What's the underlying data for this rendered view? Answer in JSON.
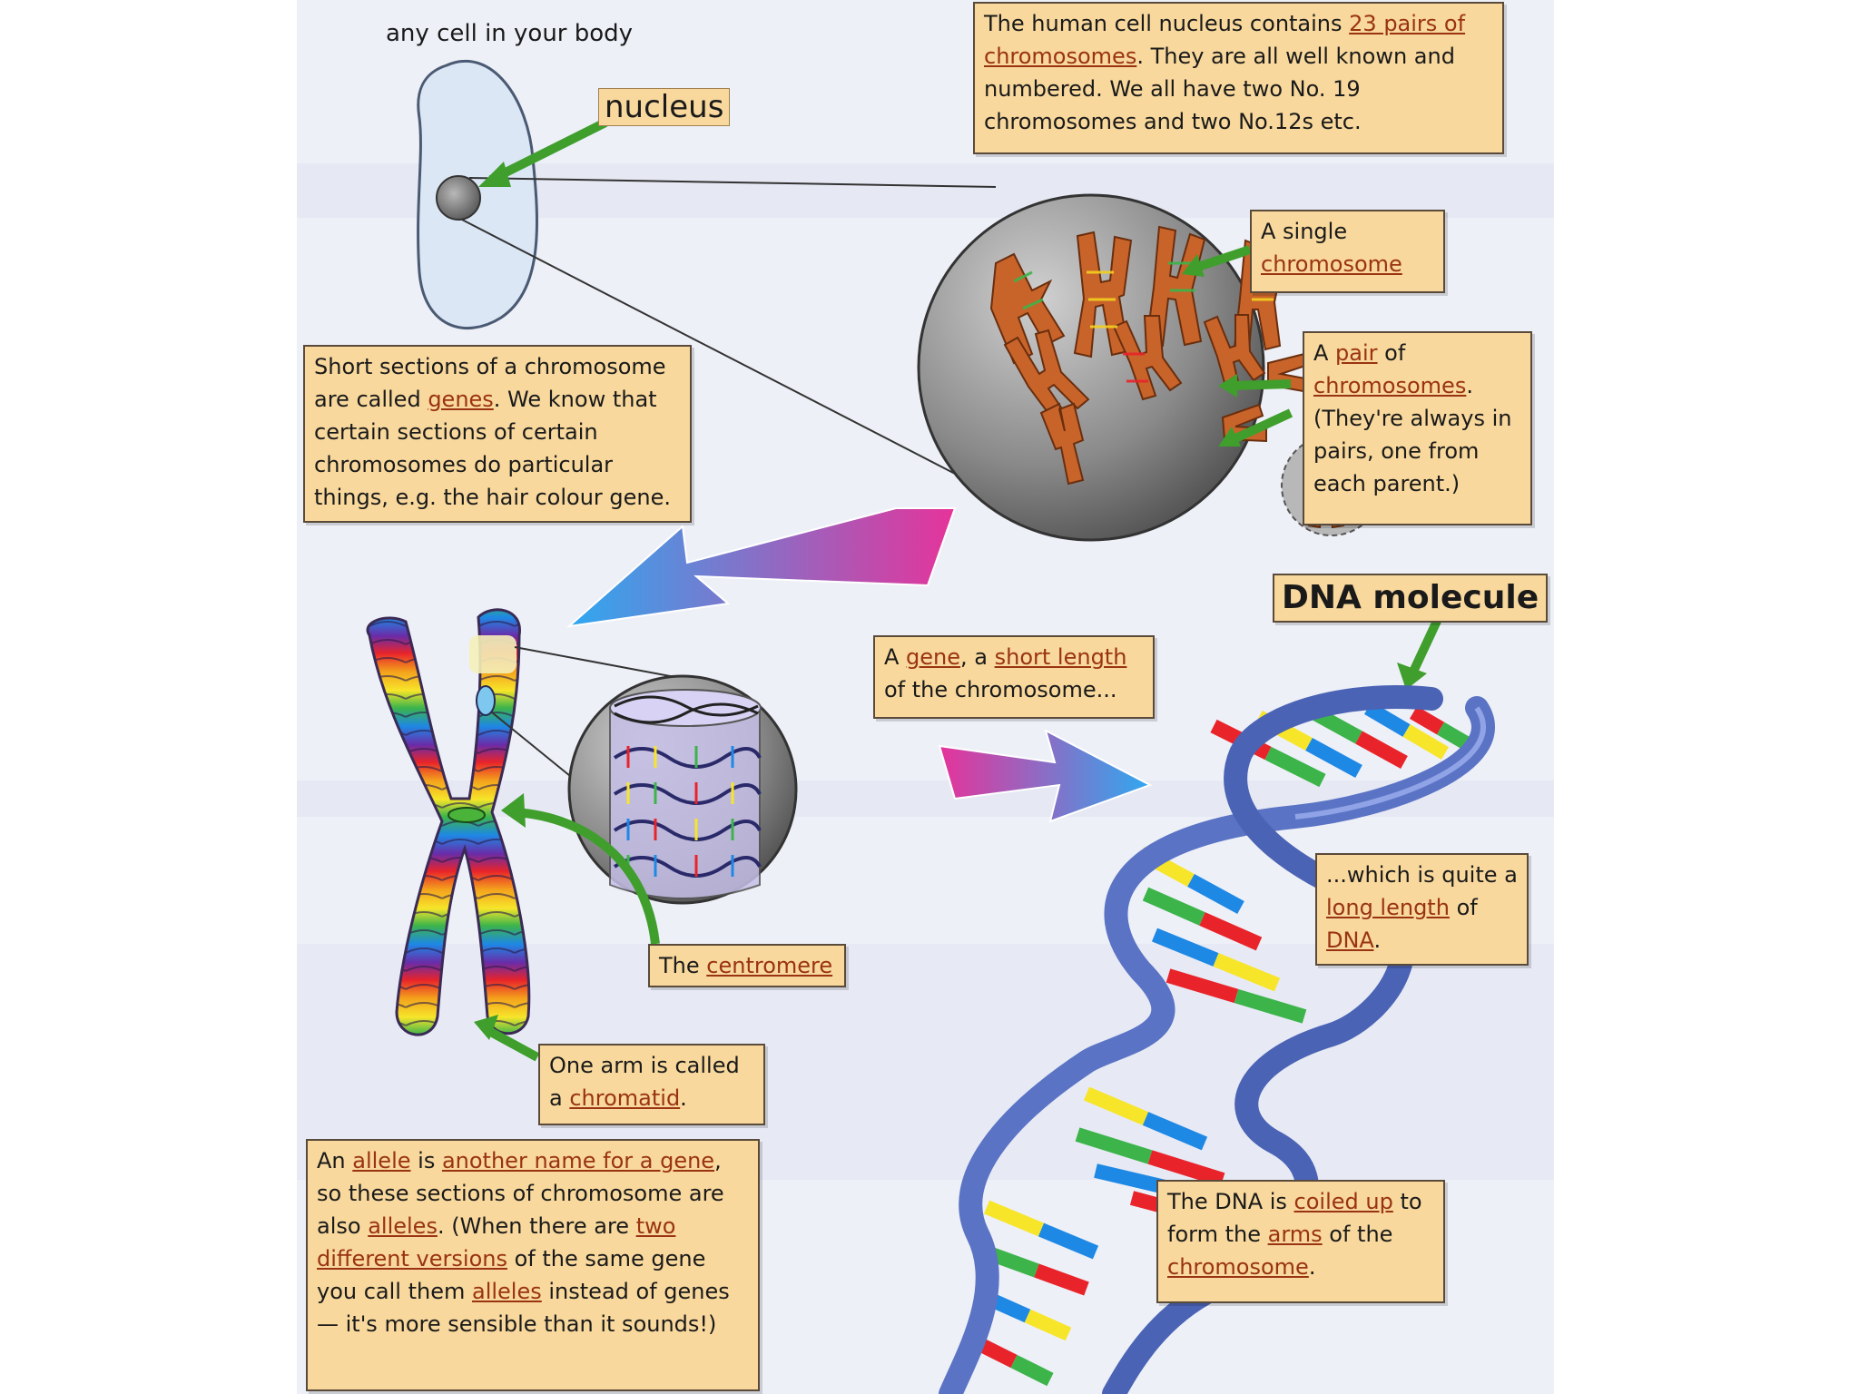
{
  "labels": {
    "any_cell": "any cell in your body",
    "nucleus": "nucleus",
    "dna_molecule": "DNA molecule"
  },
  "boxes": {
    "nucleus_info": [
      "The human cell nucleus contains ",
      "23 pairs of chromosomes",
      ". They are all well known and numbered. We all have two No. 19 chromosomes and two No.12s etc."
    ],
    "single_chromosome": [
      "A single ",
      "chromosome",
      ""
    ],
    "pair": [
      "A ",
      "pair",
      " of ",
      "chromosomes",
      ". (They're always in pairs, one from each parent.)"
    ],
    "genes": [
      "Short sections of a chromosome are called ",
      "genes",
      ". We know that certain sections of certain chromosomes do particular things, e.g. the hair colour gene."
    ],
    "gene_short": [
      "A ",
      "gene",
      ", a ",
      "short length",
      " of the chromosome..."
    ],
    "long_dna": [
      "...which is quite a ",
      "long length",
      " of ",
      "DNA",
      "."
    ],
    "centromere": [
      "The ",
      "centromere",
      ""
    ],
    "chromatid": [
      "One arm is called a ",
      "chromatid",
      "."
    ],
    "allele": [
      "An ",
      "allele",
      " is ",
      "another name for a gene",
      ", so these sections of chromosome are also ",
      "alleles",
      ". (When there are ",
      "two different versions",
      " of the same gene you call them ",
      "alleles",
      " instead of genes — it's more sensible than it sounds!)"
    ],
    "coiled": [
      "The DNA is ",
      "coiled up",
      " to form the ",
      "arms",
      " of the ",
      "chromosome",
      "."
    ]
  },
  "colors": {
    "box_fill": "#f8d89c",
    "term_underline": "#9a3312",
    "pointer_arrow": "#3f9e2c",
    "cell": "#dbe7f5",
    "dna_backbone": "#5a73c4"
  }
}
